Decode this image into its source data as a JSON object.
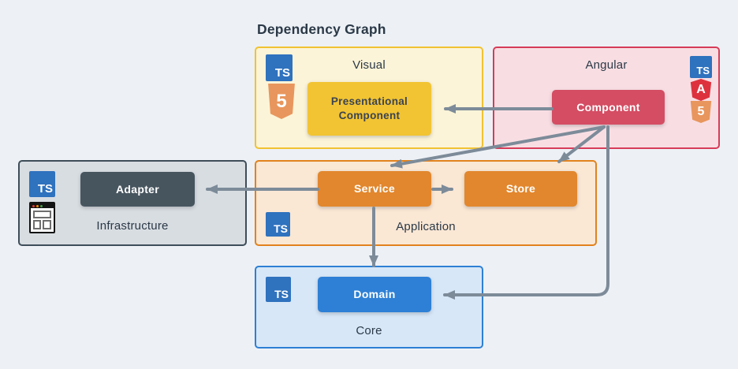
{
  "title": "Dependency Graph",
  "icon_text": {
    "typescript": "TS",
    "html5": "5",
    "angular": "A"
  },
  "colors": {
    "background": "#EDF1F6",
    "arrow": "#7D8B99",
    "text_dark": "#2B3947",
    "visual_border": "#F1C232",
    "visual_bg": "#FCF4D8",
    "angular_border": "#D63C58",
    "angular_bg": "#F8DEE3",
    "infrastructure_border": "#3E4D59",
    "infrastructure_bg": "#D8DDE2",
    "application_border": "#E2821D",
    "application_bg": "#FAE7D4",
    "core_border": "#2D7FD4",
    "core_bg": "#D7E7F8",
    "node_presentational": "#F2C433",
    "node_component": "#D44D63",
    "node_adapter": "#47555F",
    "node_service": "#E2872D",
    "node_store": "#E2872D",
    "node_domain": "#2D80D5",
    "typescript_icon": "#2F72BE",
    "html5_icon": "#E8965D",
    "angular_icon": "#DD323E",
    "rxjs_icon": "#C2185B"
  },
  "groups": {
    "visual": {
      "label": "Visual",
      "icons": [
        "typescript-icon",
        "html5-icon"
      ],
      "nodes": [
        {
          "id": "presentational-component",
          "label": "Presentational Component"
        }
      ]
    },
    "angular": {
      "label": "Angular",
      "icons": [
        "typescript-icon",
        "angular-icon",
        "html5-icon",
        "rxjs-icon"
      ],
      "nodes": [
        {
          "id": "component",
          "label": "Component"
        }
      ]
    },
    "infrastructure": {
      "label": "Infrastructure",
      "icons": [
        "typescript-icon",
        "browser-window-icon"
      ],
      "nodes": [
        {
          "id": "adapter",
          "label": "Adapter"
        }
      ]
    },
    "application": {
      "label": "Application",
      "icons": [
        "typescript-icon",
        "rxjs-icon"
      ],
      "nodes": [
        {
          "id": "service",
          "label": "Service"
        },
        {
          "id": "store",
          "label": "Store"
        }
      ]
    },
    "core": {
      "label": "Core",
      "icons": [
        "typescript-icon"
      ],
      "nodes": [
        {
          "id": "domain",
          "label": "Domain"
        }
      ]
    }
  },
  "edges": [
    {
      "from": "component",
      "to": "presentational-component"
    },
    {
      "from": "component",
      "to": "service"
    },
    {
      "from": "component",
      "to": "store"
    },
    {
      "from": "component",
      "to": "domain"
    },
    {
      "from": "service",
      "to": "adapter"
    },
    {
      "from": "service",
      "to": "store"
    },
    {
      "from": "service",
      "to": "domain"
    }
  ]
}
